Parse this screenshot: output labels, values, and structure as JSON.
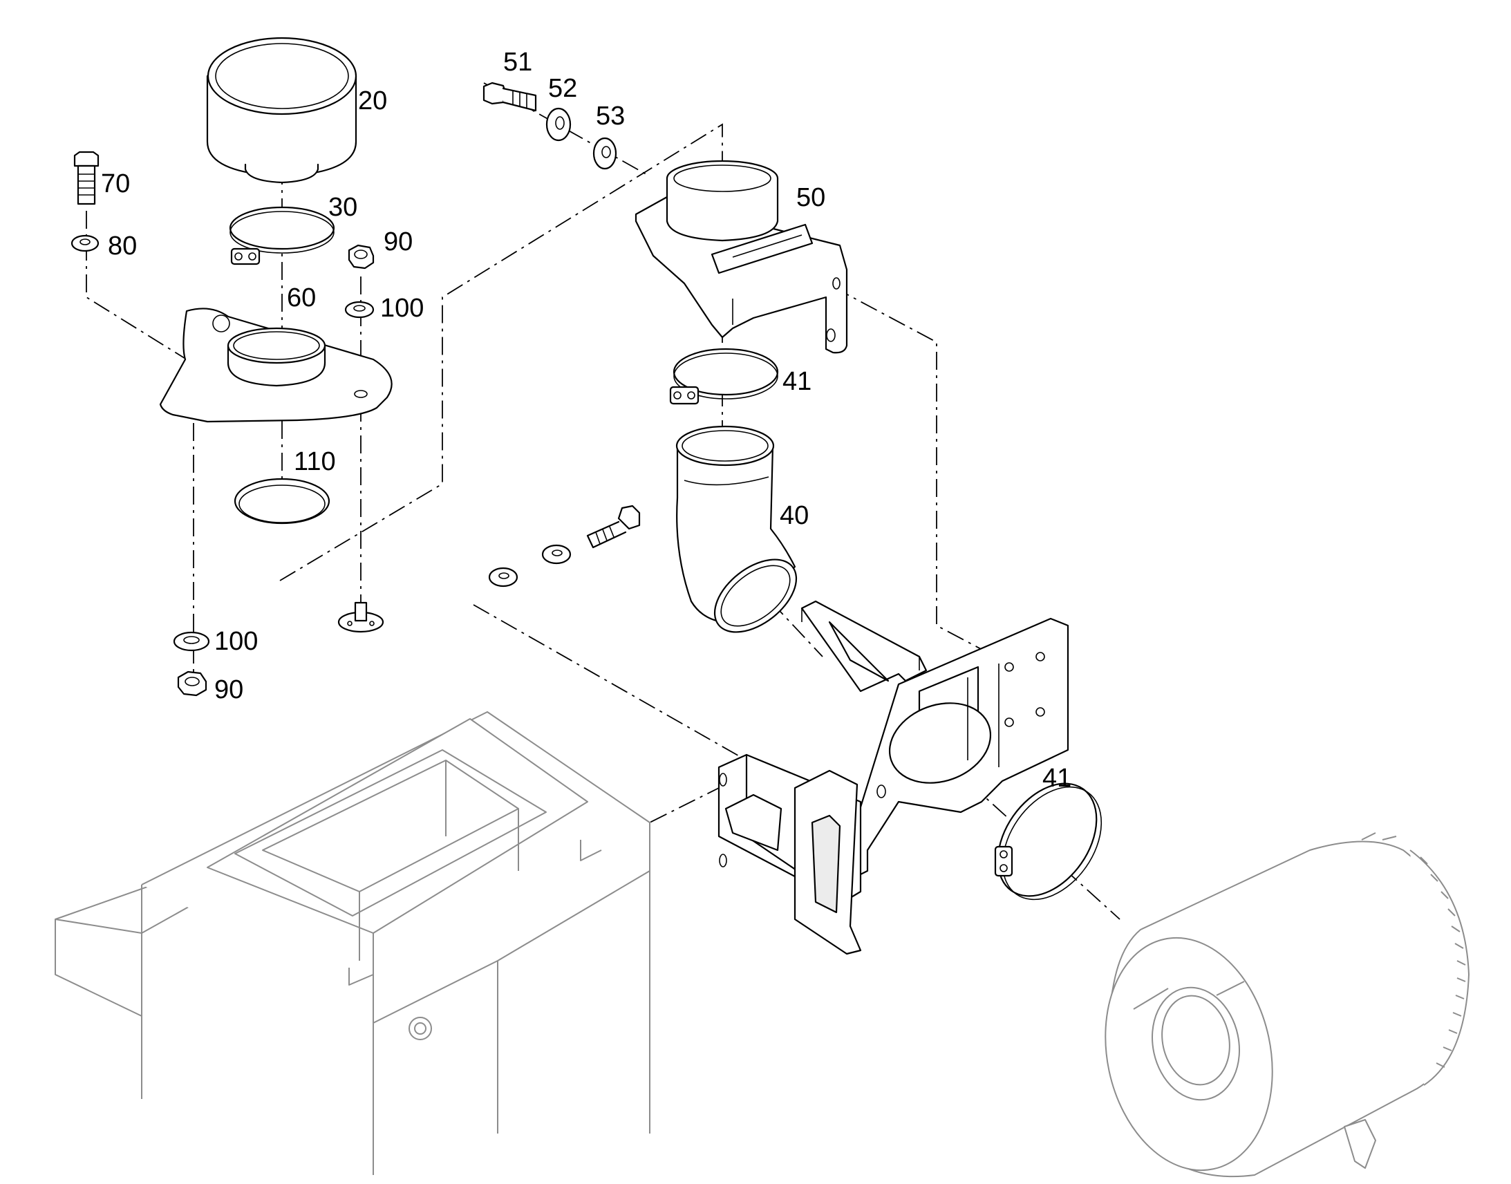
{
  "callouts": [
    {
      "id": "c-20",
      "text": "20"
    },
    {
      "id": "c-70",
      "text": "70"
    },
    {
      "id": "c-30",
      "text": "30"
    },
    {
      "id": "c-80",
      "text": "80"
    },
    {
      "id": "c-90a",
      "text": "90"
    },
    {
      "id": "c-60",
      "text": "60"
    },
    {
      "id": "c-100a",
      "text": "100"
    },
    {
      "id": "c-110",
      "text": "110"
    },
    {
      "id": "c-100b",
      "text": "100"
    },
    {
      "id": "c-90b",
      "text": "90"
    },
    {
      "id": "c-51",
      "text": "51"
    },
    {
      "id": "c-52",
      "text": "52"
    },
    {
      "id": "c-53",
      "text": "53"
    },
    {
      "id": "c-50",
      "text": "50"
    },
    {
      "id": "c-41a",
      "text": "41"
    },
    {
      "id": "c-40",
      "text": "40"
    },
    {
      "id": "c-41b",
      "text": "41"
    }
  ]
}
